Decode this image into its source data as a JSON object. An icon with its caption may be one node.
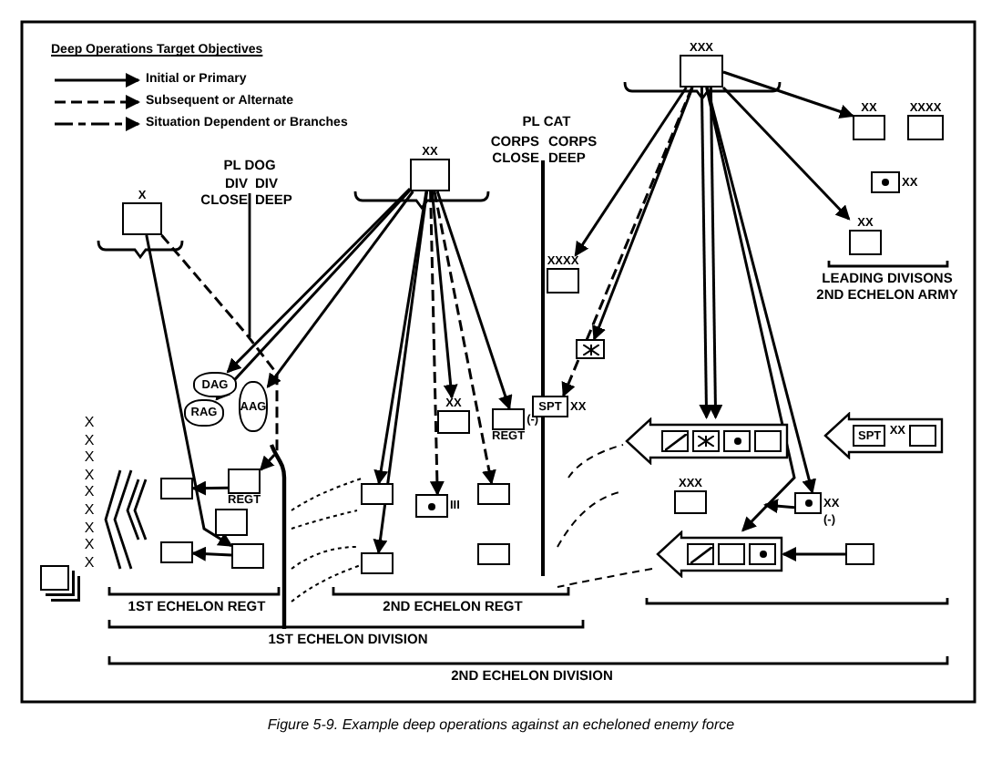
{
  "diagram": {
    "caption": "Figure 5-9. Example deep operations against an echeloned enemy force",
    "nodes": [
      {
        "text": [
          "X"
        ]
      },
      {
        "text": [
          "XX"
        ]
      },
      {
        "text": [
          "XXX"
        ]
      },
      {
        "text": [
          "DAG"
        ]
      },
      {
        "text": [
          "RAG"
        ]
      },
      {
        "text": [
          "AAG"
        ]
      },
      {
        "text": [
          "XX"
        ]
      },
      {
        "text": [
          "(-)",
          "REGT"
        ]
      },
      {
        "text": [
          "XXXX"
        ]
      },
      {
        "text": [],
        "shape": "box"
      },
      {
        "text": [
          "SPT",
          "XX"
        ]
      },
      {
        "text": [
          "III"
        ]
      },
      {
        "text": [],
        "shape": "box"
      },
      {
        "text": [],
        "shape": "box"
      },
      {
        "text": [],
        "shape": "box"
      },
      {
        "text": [],
        "shape": "box"
      },
      {
        "text": [],
        "shape": "arrow"
      },
      {
        "text": [],
        "shape": "arrow"
      },
      {
        "text": [
          "SPT",
          "XX"
        ]
      },
      {
        "text": [
          "XX",
          "(-)"
        ]
      },
      {
        "text": [
          "XXX"
        ]
      },
      {
        "text": [],
        "shape": "box"
      },
      {
        "text": [
          "XX"
        ]
      },
      {
        "text": [
          "XXXX"
        ]
      },
      {
        "text": [
          "XX"
        ]
      },
      {
        "text": [
          "XX"
        ]
      },
      {
        "text": [
          "REGT"
        ]
      },
      {
        "text": [],
        "shape": "box"
      },
      {
        "text": [],
        "shape": "box"
      },
      {
        "text": [],
        "shape": "box"
      },
      {
        "text": [],
        "shape": "box"
      },
      {
        "text": [],
        "shape": "box"
      }
    ],
    "edges": [
      {
        "from": 0,
        "to": 29,
        "arrow": "to"
      },
      {
        "from": 0,
        "to": 26,
        "arrow": "to",
        "style": "dashed"
      },
      {
        "from": 1,
        "to": 3,
        "arrow": "to"
      },
      {
        "from": 1,
        "to": 4,
        "arrow": "to"
      },
      {
        "from": 1,
        "to": 5,
        "arrow": "to"
      },
      {
        "from": 1,
        "to": 13,
        "arrow": "to"
      },
      {
        "from": 1,
        "to": 14,
        "arrow": "to"
      },
      {
        "from": 1,
        "to": 6,
        "arrow": "to"
      },
      {
        "from": 1,
        "to": 7,
        "arrow": "to"
      },
      {
        "from": 1,
        "to": 11,
        "arrow": "to",
        "style": "dashed"
      },
      {
        "from": 1,
        "to": 12,
        "arrow": "to",
        "style": "dashed"
      },
      {
        "from": 2,
        "to": 8,
        "arrow": "to"
      },
      {
        "from": 2,
        "to": 9,
        "arrow": "to"
      },
      {
        "from": 2,
        "to": 10,
        "arrow": "to",
        "style": "dashed"
      },
      {
        "from": 2,
        "to": 16,
        "arrow": "to"
      },
      {
        "from": 2,
        "to": 16,
        "arrow": "to"
      },
      {
        "from": 2,
        "to": 19,
        "arrow": "to"
      },
      {
        "from": 2,
        "to": 17,
        "arrow": "to"
      },
      {
        "from": 2,
        "to": 22,
        "arrow": "to"
      },
      {
        "from": 2,
        "to": 25,
        "arrow": "to"
      },
      {
        "from": 19,
        "to": null,
        "arrow": "to"
      },
      {
        "from": 21,
        "to": 17,
        "arrow": "to"
      },
      {
        "from": 26,
        "to": 28,
        "arrow": "to"
      },
      {
        "from": 29,
        "to": 30,
        "arrow": "to"
      }
    ],
    "labels": [
      "Deep Operations Target Objectives",
      "PL DOG",
      "DIV CLOSE",
      "DIV DEEP",
      "PL CAT",
      "CORPS CLOSE",
      "CORPS DEEP",
      "LEADING DIVISONS 2ND ECHELON ARMY",
      "X",
      "X",
      "X",
      "X",
      "X",
      "X",
      "X",
      "X",
      "X",
      "1ST ECHELON REGT",
      "2ND ECHELON REGT",
      "1ST ECHELON DIVISION",
      "2ND ECHELON DIVISION"
    ],
    "legend": [
      {
        "text": "Initial or Primary"
      },
      {
        "text": "Subsequent or Alternate"
      },
      {
        "text": "Situation Dependent or Branches"
      }
    ]
  }
}
